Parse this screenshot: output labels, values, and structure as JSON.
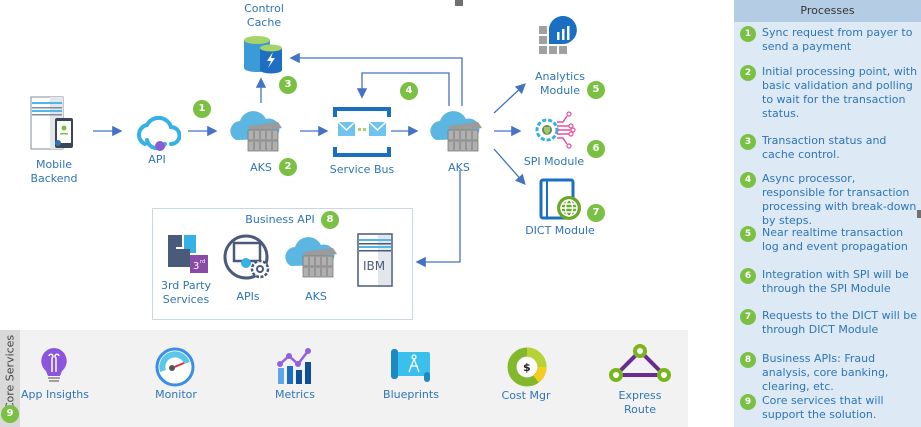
{
  "nodes": {
    "mobile_backend": "Mobile\nBackend",
    "mobile_backend_l1": "Mobile",
    "mobile_backend_l2": "Backend",
    "api": "API",
    "aks_1": "AKS",
    "control_cache_l1": "Control",
    "control_cache_l2": "Cache",
    "service_bus": "Service Bus",
    "aks_2": "AKS",
    "analytics_l1": "Analytics",
    "analytics_l2": "Module",
    "spi_module": "SPI Module",
    "dict_module": "DICT Module",
    "business_api": "Business API",
    "third_party_l1": "3rd Party",
    "third_party_l2": "Services",
    "apis": "APIs",
    "aks_3": "AKS",
    "ibm": "IBM"
  },
  "badges": {
    "b1": "1",
    "b2": "2",
    "b3": "3",
    "b4": "4",
    "b5": "5",
    "b6": "6",
    "b7": "7",
    "b8": "8",
    "b9": "9"
  },
  "core_services": {
    "title": "Core Services",
    "items": [
      {
        "label": "App Insigths",
        "icon": "lightbulb-icon"
      },
      {
        "label": "Monitor",
        "icon": "gauge-icon"
      },
      {
        "label": "Metrics",
        "icon": "bar-chart-icon"
      },
      {
        "label": "Blueprints",
        "icon": "blueprint-icon"
      },
      {
        "label": "Cost Mgr",
        "icon": "cost-donut-icon"
      },
      {
        "label": "Express",
        "label2": "Route",
        "icon": "triangle-network-icon"
      }
    ]
  },
  "processes": {
    "title": "Processes",
    "items": [
      {
        "num": "1",
        "text": "Sync request from payer to send a payment"
      },
      {
        "num": "2",
        "text": "Initial processing point, with basic validation and polling to wait for the transaction status."
      },
      {
        "num": "3",
        "text": "Transaction status and cache control."
      },
      {
        "num": "4",
        "text": "Async processor, responsible for transaction processing with break-down by steps."
      },
      {
        "num": "5",
        "text": "Near realtime transaction log and event propagation"
      },
      {
        "num": "6",
        "text": "Integration with SPI will be through the SPI Module"
      },
      {
        "num": "7",
        "text": "Requests to the DICT will be through DICT Module"
      },
      {
        "num": "8",
        "text": "Business APIs: Fraud analysis, core banking, clearing, etc."
      },
      {
        "num": "9",
        "text": "Core services that will support the solution."
      }
    ]
  },
  "colors": {
    "badge": "#7ac143",
    "label": "#2e75b6",
    "arrow": "#4472c4",
    "panel_bg": "#dde9f5",
    "panel_head": "#b4cde5"
  }
}
